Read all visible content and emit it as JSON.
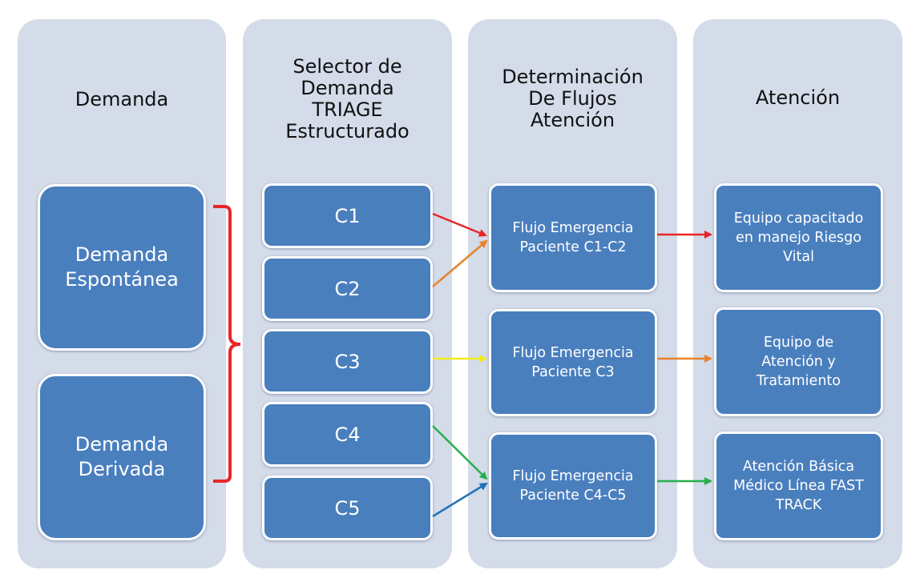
{
  "columns": {
    "demanda": {
      "title": "Demanda"
    },
    "selector": {
      "title": "Selector de\nDemanda\nTRIAGE\nEstructurado"
    },
    "flujos": {
      "title": "Determinación\nDe Flujos\nAtención"
    },
    "atencion": {
      "title": "Atención"
    }
  },
  "demanda": {
    "espontanea": "Demanda\nEspontánea",
    "derivada": "Demanda\nDerivada"
  },
  "selector": {
    "c1": "C1",
    "c2": "C2",
    "c3": "C3",
    "c4": "C4",
    "c5": "C5"
  },
  "flujos": {
    "c1c2": "Flujo Emergencia\nPaciente C1-C2",
    "c3": "Flujo Emergencia\nPaciente C3",
    "c4c5": "Flujo Emergencia\nPaciente C4-C5"
  },
  "atencion": {
    "riesgo": "Equipo capacitado\nen manejo Riesgo\nVital",
    "tratamiento": "Equipo de\nAtención y\nTratamiento",
    "fast_track": "Atención Básica\nMédico Línea FAST\nTRACK"
  },
  "colors": {
    "column_bg": "#d4dbe9",
    "box_fill": "#4a7fbe",
    "red": "#e8262a",
    "orange": "#e8832a",
    "yellow": "#f2ea1c",
    "green": "#26b04a",
    "blue": "#1f72b8"
  }
}
